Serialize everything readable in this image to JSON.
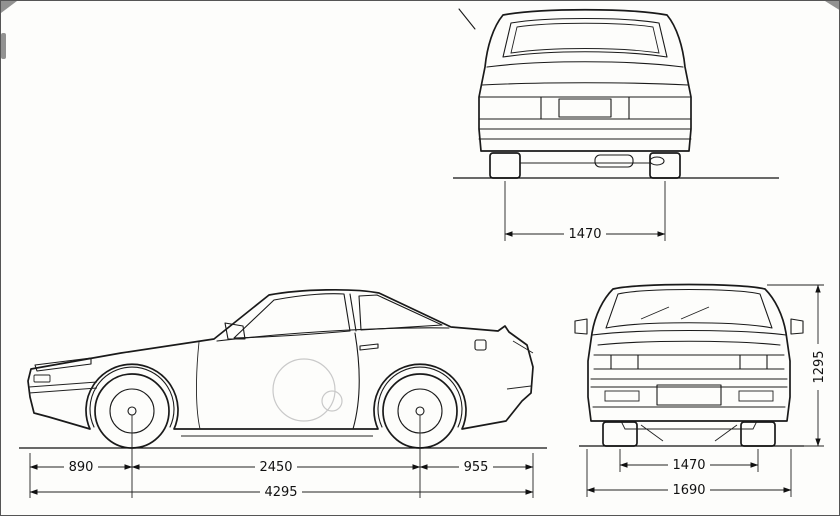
{
  "views": {
    "rear": {
      "label_track": "1470"
    },
    "side": {
      "label_front_overhang": "890",
      "label_wheelbase": "2450",
      "label_rear_overhang": "955",
      "label_overall_length": "4295"
    },
    "front": {
      "label_track": "1470",
      "label_overall_width": "1690",
      "label_overall_height": "1295"
    }
  }
}
